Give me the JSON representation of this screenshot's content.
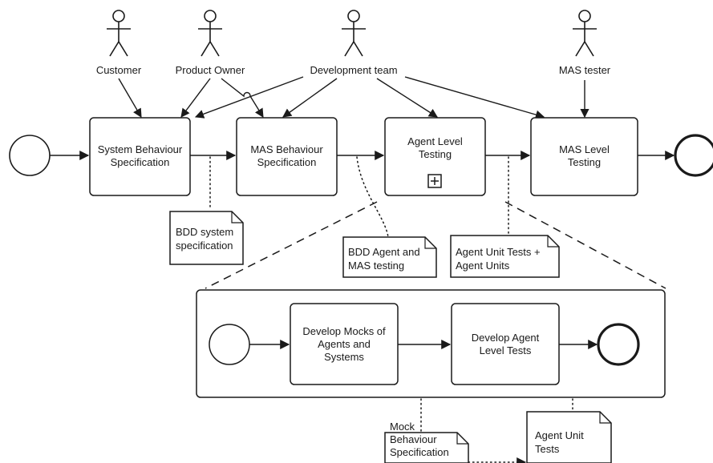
{
  "actors": {
    "customer": "Customer",
    "product_owner": "Product Owner",
    "development_team": "Development team",
    "mas_tester": "MAS tester"
  },
  "tasks": {
    "system_behaviour_specification": "System Behaviour Specification",
    "mas_behaviour_specification": "MAS Behaviour Specification",
    "agent_level_testing": "Agent Level Testing",
    "mas_level_testing": "MAS Level Testing",
    "develop_mocks": "Develop Mocks of Agents and Systems",
    "develop_agent_level_tests": "Develop Agent Level Tests"
  },
  "artifacts": {
    "bdd_system_specification": "BDD system specification",
    "bdd_agent_and_mas_testing": "BDD Agent and MAS testing",
    "agent_unit_tests_and_units": "Agent Unit Tests + Agent Units",
    "mock_behaviour_specification": "Mock Behaviour Specification",
    "agent_unit_tests": "Agent Unit Tests"
  },
  "subprocess_marker": "+"
}
